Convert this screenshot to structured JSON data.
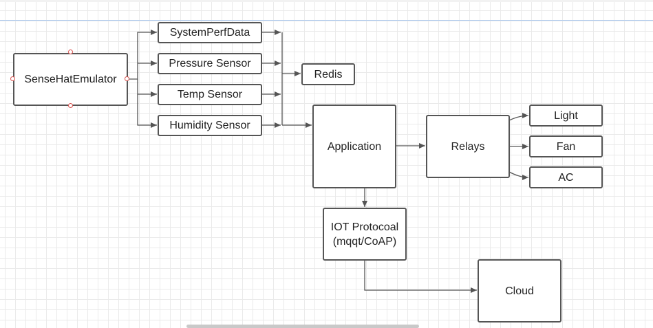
{
  "nodes": {
    "sensehat": "SenseHatEmulator",
    "systemperf": "SystemPerfData",
    "pressure": "Pressure Sensor",
    "temp": "Temp Sensor",
    "humidity": "Humidity Sensor",
    "redis": "Redis",
    "application": "Application",
    "relays": "Relays",
    "light": "Light",
    "fan": "Fan",
    "ac": "AC",
    "iot": "IOT Protocoal\n(mqqt/CoAP)",
    "cloud": "Cloud"
  },
  "colors": {
    "node_border": "#555555",
    "connector": "#555555",
    "selection_handle": "#d9534f",
    "guide_line": "#a9c7ee",
    "grid": "#eaeaea"
  }
}
